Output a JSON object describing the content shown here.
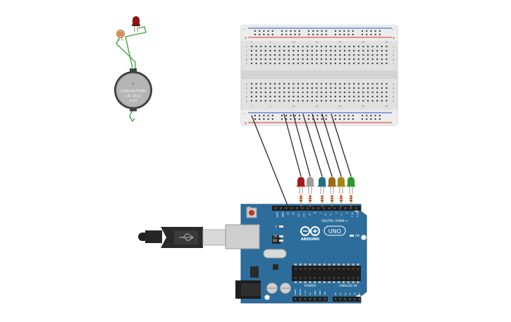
{
  "battery": {
    "line1": "COIN BATTERY",
    "line2": "CR 2032",
    "line3": "3.0V",
    "plus": "+"
  },
  "arduino": {
    "brand": "ARDUINO",
    "model": "UNO",
    "digital_label": "DIGITAL (PWM~)",
    "power_label": "POWER",
    "analog_label": "ANALOG IN",
    "tx_label": "TX",
    "rx_label": "RX",
    "l_label": "L",
    "on_label": "ON",
    "top_pins": [
      "AREF",
      "GND",
      "13",
      "12",
      "~11",
      "~10",
      "~9",
      "8",
      "7",
      "~6",
      "~5",
      "4",
      "~3",
      "2",
      "TX 1",
      "RX 0"
    ],
    "power_pins": [
      "IOREF",
      "RESET",
      "3.3V",
      "5V",
      "GND",
      "GND",
      "VIN"
    ],
    "analog_pins": [
      "A0",
      "A1",
      "A2",
      "A3",
      "A4",
      "A5"
    ]
  },
  "breadboard": {
    "column_numbers": [
      "1",
      "",
      "",
      "",
      "5",
      "",
      "",
      "",
      "",
      "10",
      "",
      "",
      "",
      "",
      "15",
      "",
      "",
      "",
      "",
      "20",
      "",
      "",
      "",
      "",
      "25",
      "",
      "",
      "",
      "",
      "30"
    ],
    "row_letters_top": [
      "j",
      "i",
      "h",
      "g",
      "f"
    ],
    "row_letters_bottom": [
      "e",
      "d",
      "c",
      "b",
      "a"
    ],
    "rail_minus": "-",
    "rail_plus": "+"
  },
  "leds": [
    {
      "name": "led-red",
      "color": "#a31b1b"
    },
    {
      "name": "led-white",
      "color": "#9e9e9e"
    },
    {
      "name": "led-blue",
      "color": "#1e6e86"
    },
    {
      "name": "led-orange",
      "color": "#9c6a12"
    },
    {
      "name": "led-yellow",
      "color": "#a2860e"
    },
    {
      "name": "led-green",
      "color": "#2a9a2a"
    }
  ],
  "colors": {
    "board": "#2c6d9c",
    "breadboard": "#e3e3e3",
    "rail_red": "#d23030",
    "rail_blue": "#3050c0",
    "wire_dark": "#333333",
    "wire_green": "#3aaa35"
  }
}
